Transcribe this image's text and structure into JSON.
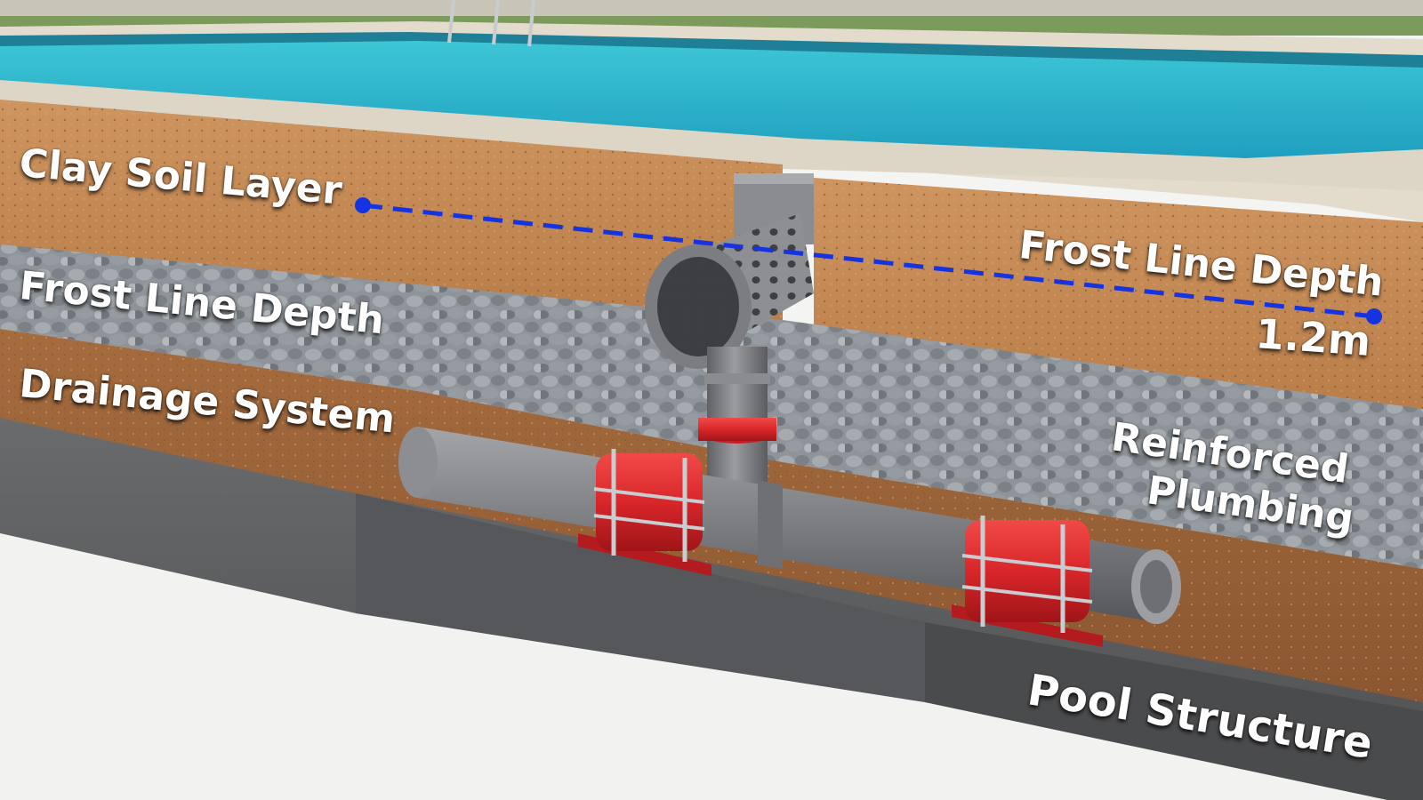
{
  "labels": {
    "clay_soil": "Clay Soil Layer",
    "frost_line_left": "Frost Line Depth",
    "drainage": "Drainage System",
    "frost_line_right": "Frost Line Depth",
    "frost_depth_value": "1.2m",
    "reinforced": "Reinforced",
    "plumbing": "Plumbing",
    "pool_structure": "Pool Structure"
  },
  "colors": {
    "water": "#2fb7cc",
    "pool_tile": "#1f7f96",
    "coping": "#e3dccd",
    "clay": "#c58a52",
    "clay_dark": "#9c6436",
    "gravel": "#8e9499",
    "pipe": "#7d7f82",
    "coupling": "#d9262a",
    "concrete": "#4a4b4d",
    "frost_marker": "#1533e0",
    "label_text": "#ffffff"
  }
}
